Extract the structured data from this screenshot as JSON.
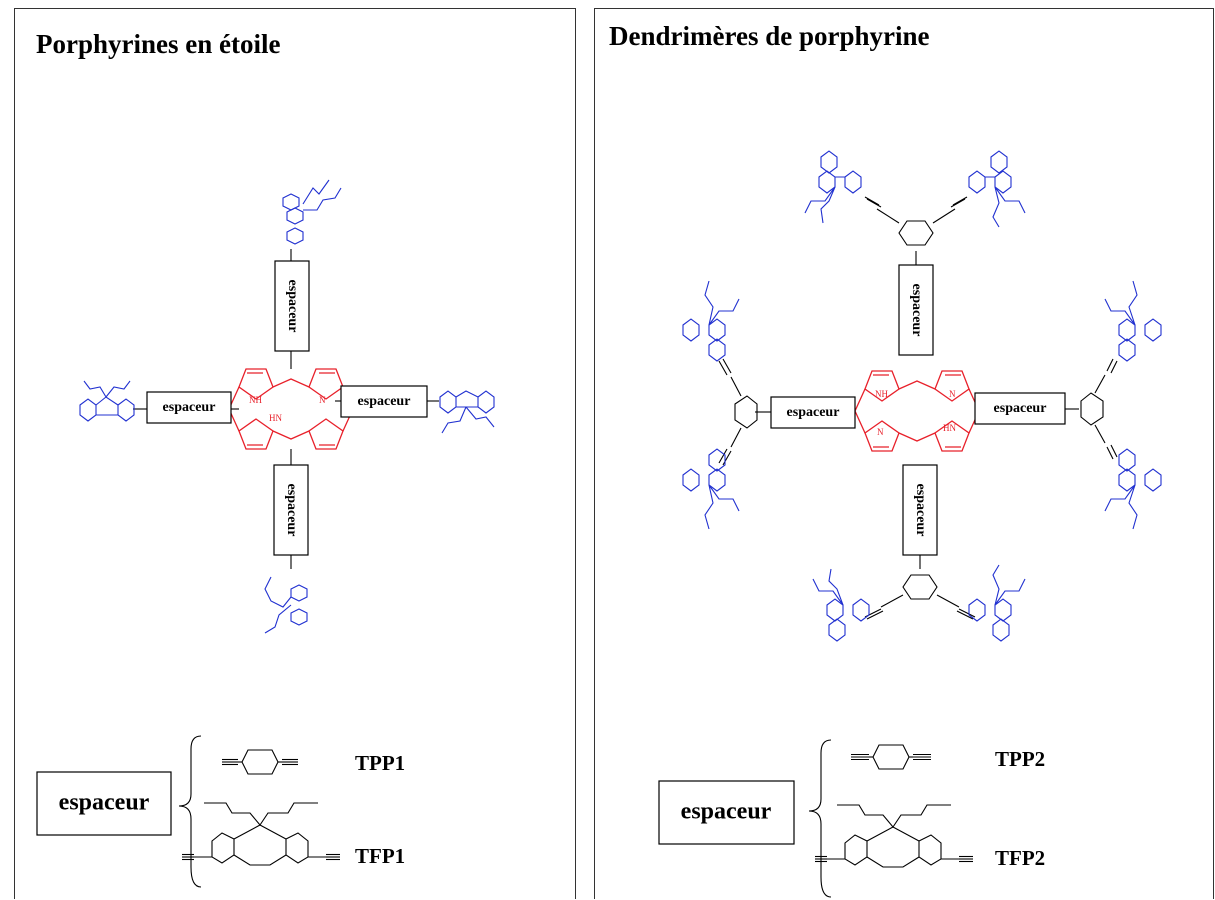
{
  "panels": {
    "left": {
      "title": "Porphyrines en étoile"
    },
    "right": {
      "title": "Dendrimères de porphyrine"
    }
  },
  "spacer_label": "espaceur",
  "atom_labels": {
    "nh": "NH",
    "hn": "HN",
    "n": "N"
  },
  "legend": {
    "left": {
      "spacer_box": "espaceur",
      "compounds": [
        "TPP1",
        "TFP1"
      ]
    },
    "right": {
      "spacer_box": "espaceur",
      "compounds": [
        "TPP2",
        "TFP2"
      ]
    }
  },
  "colors": {
    "porphyrin": "#e8202a",
    "fluorene": "#2030d0",
    "linker": "#000000"
  }
}
